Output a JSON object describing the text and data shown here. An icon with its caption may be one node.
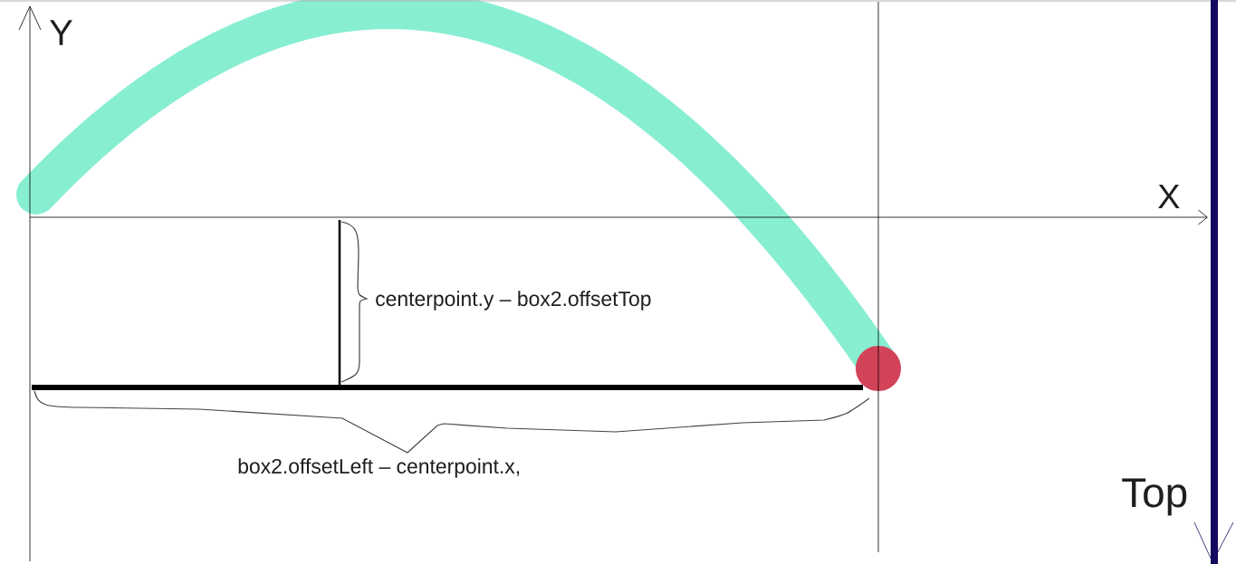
{
  "diagram": {
    "labels": [
      "Y",
      "X",
      "centerpoint.y – box2.offsetTop",
      "box2.offsetLeft – centerpoint.x,",
      "Top"
    ]
  }
}
